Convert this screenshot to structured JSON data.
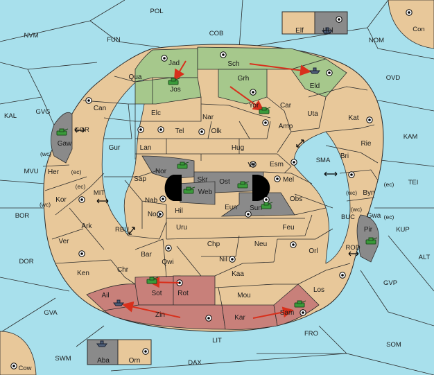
{
  "colors": {
    "water": "#a8e0ec",
    "land": "#e8c89a",
    "green_power": "#a6c88c",
    "red_power": "#c8807a",
    "grey_power": "#8a8a8a",
    "impassable": "#000000",
    "order_arrow": "#d8301c",
    "army_icon": "#3a9a3a"
  },
  "sea_labels": {
    "POL": "POL",
    "NVM": "NVM",
    "COB": "COB",
    "FUN": "FUN",
    "NOM": "NOM",
    "Con": "Con",
    "OVD": "OVD",
    "KAL": "KAL",
    "GVG": "GVG",
    "KAM": "KAM",
    "TEI": "TEI",
    "MVU": "MVU",
    "BOR": "BOR",
    "DOR": "DOR",
    "KUP": "KUP",
    "ALT": "ALT",
    "GVP": "GVP",
    "GVA": "GVA",
    "FRO": "FRO",
    "SOM": "SOM",
    "LIT": "LIT",
    "SWM": "SWM",
    "DAX": "DAX",
    "Cow": "Cow",
    "GOR": "GOR",
    "MIT": "MIT",
    "RBU": "RBU",
    "SMA": "SMA",
    "BUC": "BUC",
    "ROD": "ROD"
  },
  "land_labels": {
    "Elf": "Elf",
    "Hel": "Hel",
    "Jad": "Jad",
    "Sch": "Sch",
    "Qua": "Qua",
    "Jos": "Jos",
    "Grh": "Grh",
    "Eld": "Eld",
    "Can": "Can",
    "Yor": "Yor",
    "Car": "Car",
    "Uta": "Uta",
    "Elc": "Elc",
    "Nar": "Nar",
    "Kat": "Kat",
    "Amp": "Amp",
    "Tel": "Tel",
    "Olk": "Olk",
    "Gaw": "Gaw",
    "Gur": "Gur",
    "Lan": "Lan",
    "Hug": "Hug",
    "Rie": "Rie",
    "Bri": "Bri",
    "Esm": "Esm",
    "Vil": "Vil",
    "Nor": "Nor",
    "Her": "Her",
    "Skr": "Skr",
    "Mel": "Mel",
    "Sap": "Sap",
    "Ost": "Ost",
    "Byn": "Byn",
    "Kor": "Kor",
    "Web": "Web",
    "Nab": "Nab",
    "Obs": "Obs",
    "Gwa": "Gwa",
    "Eun": "Eun",
    "Sun": "Sun",
    "Hil": "Hil",
    "Nog": "Nog",
    "Ark": "Ark",
    "Pir": "Pir",
    "Uru": "Uru",
    "Feu": "Feu",
    "Ver": "Ver",
    "Chp": "Chp",
    "Neu": "Neu",
    "Bar": "Bar",
    "Orl": "Orl",
    "Qwi": "Qwi",
    "Nil": "Nil",
    "Ken": "Ken",
    "Chr": "Chr",
    "Kaa": "Kaa",
    "Sot": "Sot",
    "Rot": "Rot",
    "Los": "Los",
    "Ail": "Ail",
    "Mou": "Mou",
    "Zin": "Zin",
    "Kar": "Kar",
    "Sam": "Sam",
    "Aba": "Aba",
    "Orn": "Orn"
  },
  "coast_tags": {
    "wc_gaw": "(wc)",
    "ec_her": "(ec)",
    "ec_kor": "(ec)",
    "wc_kor": "(wc)",
    "wc_byn": "(wc)",
    "ec_byn": "(ec)",
    "wc_gwa": "(wc)",
    "ec_gwa": "(ec)"
  }
}
